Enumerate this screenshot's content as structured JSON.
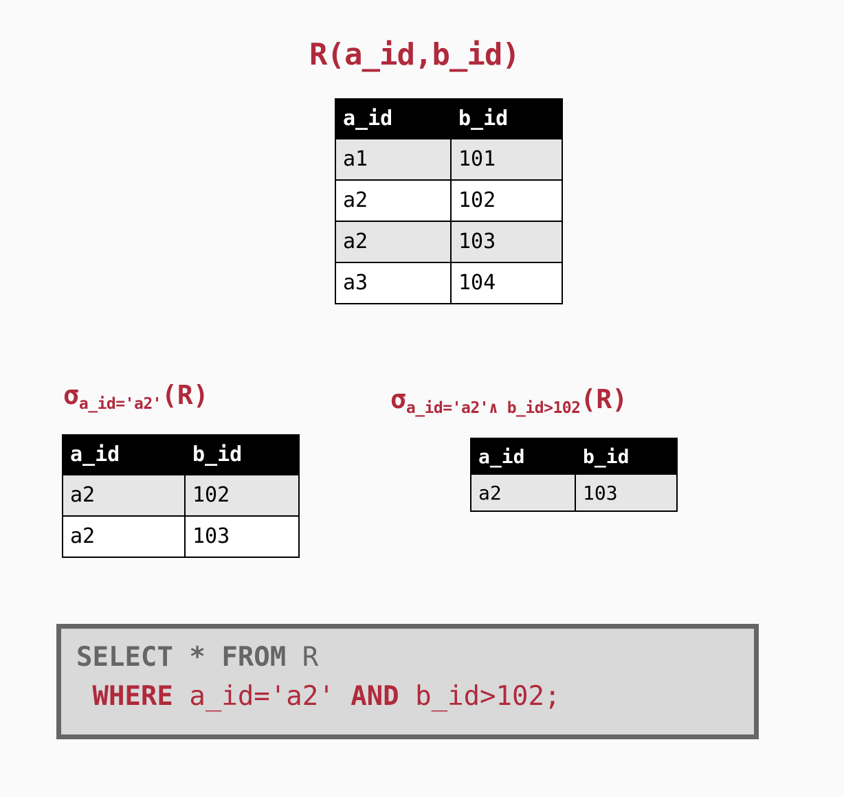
{
  "page": {
    "background_color": "#fafafa",
    "accent_color": "#b02a3c",
    "gray_color": "#666666",
    "header_bg": "#000000",
    "alt_row_bg": "#e6e6e6"
  },
  "relation": {
    "caption": "R(a_id,b_id)",
    "columns": [
      "a_id",
      "b_id"
    ],
    "rows": [
      [
        "a1",
        "101"
      ],
      [
        "a2",
        "102"
      ],
      [
        "a2",
        "103"
      ],
      [
        "a3",
        "104"
      ]
    ]
  },
  "selection_1": {
    "sigma": "σ",
    "subscript": "a_id='a2'",
    "operand": "(R)",
    "columns": [
      "a_id",
      "b_id"
    ],
    "rows": [
      [
        "a2",
        "102"
      ],
      [
        "a2",
        "103"
      ]
    ]
  },
  "selection_2": {
    "sigma": "σ",
    "subscript": "a_id='a2'∧ b_id>102",
    "operand": "(R)",
    "columns": [
      "a_id",
      "b_id"
    ],
    "rows": [
      [
        "a2",
        "103"
      ]
    ]
  },
  "sql": {
    "line1": {
      "select_kw": "SELECT",
      "star": "*",
      "from_kw": "FROM",
      "table": "R"
    },
    "line2": {
      "where_kw": "WHERE",
      "pred1": "a_id='a2'",
      "and_kw": "AND",
      "pred2": "b_id>102;"
    }
  }
}
